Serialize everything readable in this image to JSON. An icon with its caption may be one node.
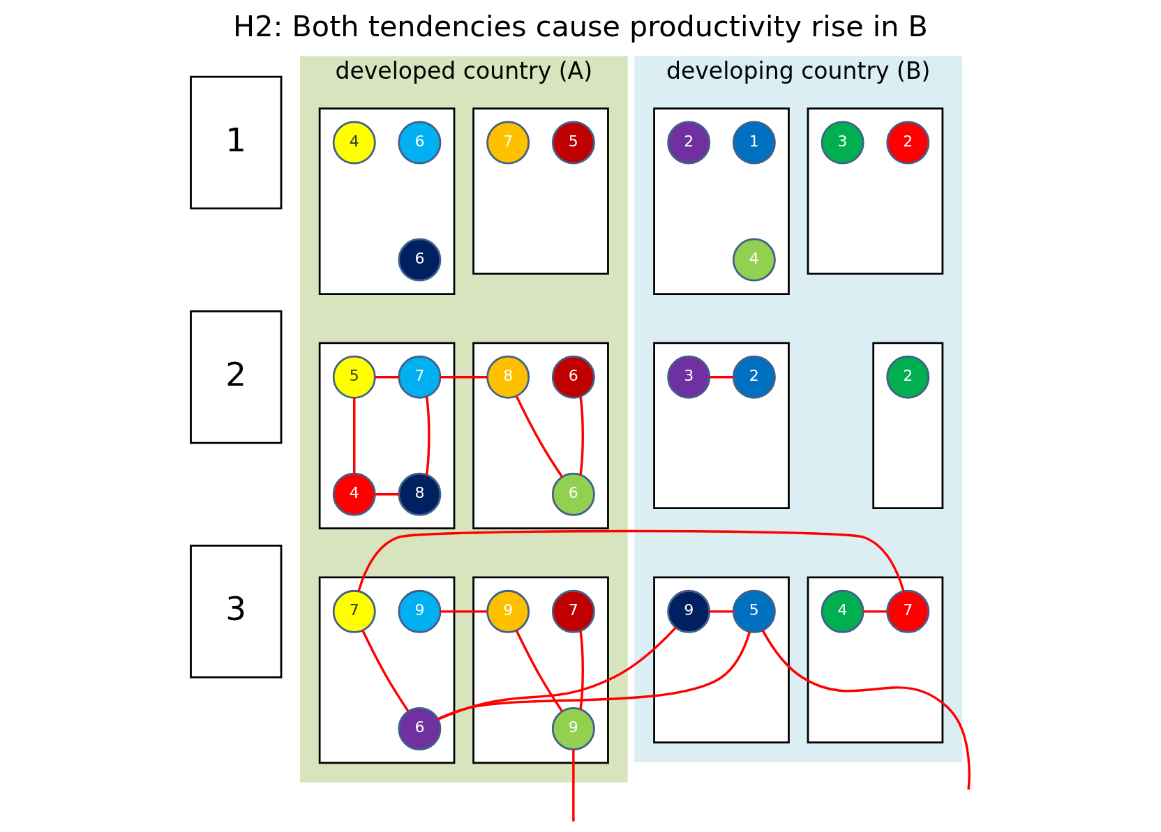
{
  "diagram": {
    "title": "H2: Both tendencies cause productivity rise in B",
    "nodes": [
      {
        "text": [
          "1"
        ]
      },
      {
        "text": [
          "2"
        ]
      },
      {
        "text": [
          "3"
        ]
      },
      {
        "text": [
          "developed country (A)"
        ]
      },
      {
        "text": [
          "developing country (B)"
        ]
      },
      {
        "text": [],
        "shape": "box",
        "in": 3
      },
      {
        "text": [
          "5"
        ],
        "in": 5
      },
      {
        "text": [
          "7"
        ],
        "in": 5
      },
      {
        "text": [],
        "shape": "box",
        "in": 3
      },
      {
        "text": [
          "6"
        ],
        "in": 8
      },
      {
        "text": [
          "4"
        ],
        "in": 8
      },
      {
        "text": [
          "6"
        ],
        "in": 8
      },
      {
        "text": [],
        "shape": "box",
        "in": 4
      },
      {
        "text": [
          "2"
        ],
        "in": 12
      },
      {
        "text": [
          "3"
        ],
        "in": 12
      },
      {
        "text": [],
        "shape": "box",
        "in": 4
      },
      {
        "text": [
          "1"
        ],
        "in": 15
      },
      {
        "text": [
          "2"
        ],
        "in": 15
      },
      {
        "text": [
          "4"
        ],
        "in": 15
      },
      {
        "text": [],
        "shape": "box",
        "in": 3
      },
      {
        "text": [
          "6"
        ],
        "in": 19
      },
      {
        "text": [
          "8"
        ],
        "in": 19
      },
      {
        "text": [
          "6"
        ],
        "in": 19
      },
      {
        "text": [],
        "shape": "box",
        "in": 3
      },
      {
        "text": [
          "7"
        ],
        "in": 23
      },
      {
        "text": [
          "5"
        ],
        "in": 23
      },
      {
        "text": [
          "8"
        ],
        "in": 23
      },
      {
        "text": [
          "4"
        ],
        "in": 23
      },
      {
        "text": [],
        "shape": "box",
        "in": 4
      },
      {
        "text": [
          "2"
        ],
        "in": 28
      },
      {
        "text": [],
        "shape": "box",
        "in": 4
      },
      {
        "text": [
          "2"
        ],
        "in": 30
      },
      {
        "text": [
          "3"
        ],
        "in": 30
      },
      {
        "text": [],
        "shape": "box",
        "in": 3
      },
      {
        "text": [
          "7"
        ],
        "in": 33
      },
      {
        "text": [
          "9"
        ],
        "in": 33
      },
      {
        "text": [
          "9"
        ],
        "in": 33
      },
      {
        "text": [],
        "shape": "box",
        "in": 3
      },
      {
        "text": [
          "9"
        ],
        "in": 37
      },
      {
        "text": [
          "7"
        ],
        "in": 37
      },
      {
        "text": [
          "6"
        ],
        "in": 37
      },
      {
        "text": [],
        "shape": "box",
        "in": 4
      },
      {
        "text": [
          "7"
        ],
        "in": 41
      },
      {
        "text": [
          "4"
        ],
        "in": 41
      },
      {
        "text": [],
        "shape": "box",
        "in": 4
      },
      {
        "text": [
          "5"
        ],
        "in": 44
      },
      {
        "text": [
          "9"
        ],
        "in": 44
      }
    ],
    "edges": [
      {
        "from": 20,
        "to": 22,
        "arrow": "none"
      },
      {
        "from": 21,
        "to": 22,
        "arrow": "none"
      },
      {
        "from": 21,
        "to": 24,
        "arrow": "none"
      },
      {
        "from": 24,
        "to": 26,
        "arrow": "none"
      },
      {
        "from": 25,
        "to": 27,
        "arrow": "none"
      },
      {
        "from": 24,
        "to": 25,
        "arrow": "none"
      },
      {
        "from": 26,
        "to": 27,
        "arrow": "none"
      },
      {
        "from": 31,
        "to": 32,
        "arrow": "none"
      },
      {
        "from": 34,
        "to": 36,
        "arrow": "none"
      },
      {
        "from": 35,
        "to": 36,
        "arrow": "none"
      },
      {
        "from": 35,
        "to": 38,
        "arrow": "none"
      },
      {
        "from": 39,
        "to": 40,
        "arrow": "none"
      },
      {
        "from": 39,
        "to": 42,
        "arrow": "none"
      },
      {
        "from": 42,
        "to": 43,
        "arrow": "none"
      },
      {
        "from": 40,
        "to": 45,
        "arrow": "none"
      },
      {
        "from": 40,
        "to": 46,
        "arrow": "none"
      },
      {
        "from": 45,
        "to": 46,
        "arrow": "none"
      },
      {
        "from": 36,
        "to": null,
        "arrow": "none"
      },
      {
        "from": 45,
        "to": null,
        "arrow": "none"
      }
    ]
  }
}
